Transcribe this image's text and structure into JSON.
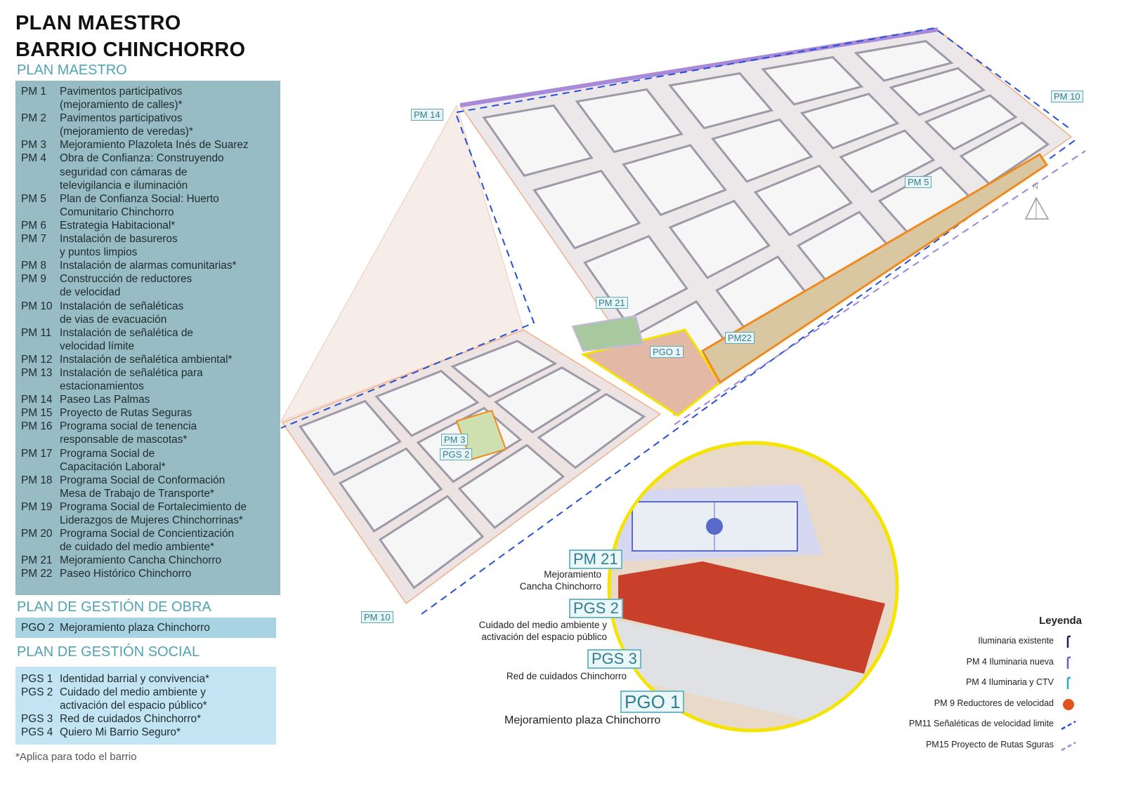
{
  "title": "PLAN MAESTRO BARRIO CHINCHORRO",
  "sections": {
    "pm": "PLAN MAESTRO",
    "pgo": "PLAN DE GESTIÓN DE OBRA",
    "pgs": "PLAN DE GESTIÓN SOCIAL"
  },
  "pm_items": [
    {
      "code": "PM 1",
      "text": "Pavimentos participativos\n(mejoramiento de calles)*"
    },
    {
      "code": "PM 2",
      "text": "Pavimentos participativos\n(mejoramiento de veredas)*"
    },
    {
      "code": "PM 3",
      "text": "Mejoramiento Plazoleta Inés de Suarez"
    },
    {
      "code": "PM 4",
      "text": "Obra de Confianza: Construyendo\nseguridad con cámaras de\ntelevigilancia e iluminación"
    },
    {
      "code": "PM 5",
      "text": "Plan de Confianza Social: Huerto\nComunitario Chinchorro"
    },
    {
      "code": "PM 6",
      "text": "Estrategia Habitacional*"
    },
    {
      "code": "PM 7",
      "text": "Instalación de basureros\ny puntos limpios"
    },
    {
      "code": "PM 8",
      "text": "Instalación de alarmas comunitarias*"
    },
    {
      "code": "PM 9",
      "text": "Construcción de reductores\nde velocidad"
    },
    {
      "code": "PM 10",
      "text": "Instalación de señaléticas\nde vias de evacuación"
    },
    {
      "code": "PM 11",
      "text": "Instalación de señalética de\nvelocidad límite"
    },
    {
      "code": "PM 12",
      "text": "Instalación de señalética ambiental*"
    },
    {
      "code": "PM 13",
      "text": "Instalación de señalética para\nestacionamientos"
    },
    {
      "code": "PM 14",
      "text": "Paseo Las Palmas"
    },
    {
      "code": "PM 15",
      "text": "Proyecto de Rutas Seguras"
    },
    {
      "code": "PM 16",
      "text": "Programa social de tenencia\nresponsable de mascotas*"
    },
    {
      "code": "PM 17",
      "text": "Programa Social de\nCapacitación Laboral*"
    },
    {
      "code": "PM 18",
      "text": "Programa Social de Conformación\nMesa de Trabajo de Transporte*"
    },
    {
      "code": "PM 19",
      "text": "Programa Social de Fortalecimiento de\nLiderazgos de Mujeres Chinchorrinas*"
    },
    {
      "code": "PM 20",
      "text": "Programa Social de Concientización\nde cuidado del medio ambiente*"
    },
    {
      "code": "PM 21",
      "text": "Mejoramiento Cancha Chinchorro"
    },
    {
      "code": "PM 22",
      "text": "Paseo Histórico Chinchorro"
    }
  ],
  "pgo_items": [
    {
      "code": "PGO 2",
      "text": "Mejoramiento plaza Chinchorro"
    }
  ],
  "pgs_items": [
    {
      "code": "PGS 1",
      "text": "Identidad barrial y convivencia*"
    },
    {
      "code": "PGS 2",
      "text": "Cuidado del medio ambiente y\nactivación del espacio público*"
    },
    {
      "code": "PGS 3",
      "text": "Red de cuidados Chinchorro*"
    },
    {
      "code": "PGS 4",
      "text": "Quiero Mi Barrio Seguro*"
    }
  ],
  "footnote": "*Aplica para todo el barrio",
  "map_tags": {
    "pm14": "PM 14",
    "pm10a": "PM 10",
    "pm5": "PM 5",
    "pm21": "PM 21",
    "pgo1": "PGO 1",
    "pm22": "PM22",
    "pm3": "PM 3",
    "pgs2": "PGS 2",
    "pm10b": "PM 10",
    "north": "N"
  },
  "inset": {
    "pm21": {
      "tag": "PM 21",
      "caption": "Mejoramiento\nCancha Chinchorro"
    },
    "pgs2": {
      "tag": "PGS 2",
      "caption": "Cuidado del medio ambiente y\nactivación del espacio público"
    },
    "pgs3": {
      "tag": "PGS 3",
      "caption": "Red de cuidados Chinchorro"
    },
    "pgo1": {
      "tag": "PGO 1",
      "caption": "Mejoramiento plaza Chinchorro"
    }
  },
  "legend": {
    "title": "Leyenda",
    "items": [
      {
        "label": "Iluminaria existente",
        "color": "#1a1f5c"
      },
      {
        "label": "PM 4 Iluminaria nueva",
        "color": "#6a5acd"
      },
      {
        "label": "PM 4 Iluminaria y CTV",
        "color": "#2aa7c9"
      },
      {
        "label": "PM 9 Reductores de velocidad",
        "color": "#e0541c"
      },
      {
        "label": "PM11 Señaléticas de velocidad limite",
        "color": "#2450d8"
      },
      {
        "label": "PM15 Proyecto de Rutas Sguras",
        "color": "#9d86d6"
      }
    ]
  },
  "colors": {
    "panel": "#97bcc4",
    "accent": "#4fa3b3",
    "highlight": "#f5e400",
    "orange": "#f08a1c"
  }
}
